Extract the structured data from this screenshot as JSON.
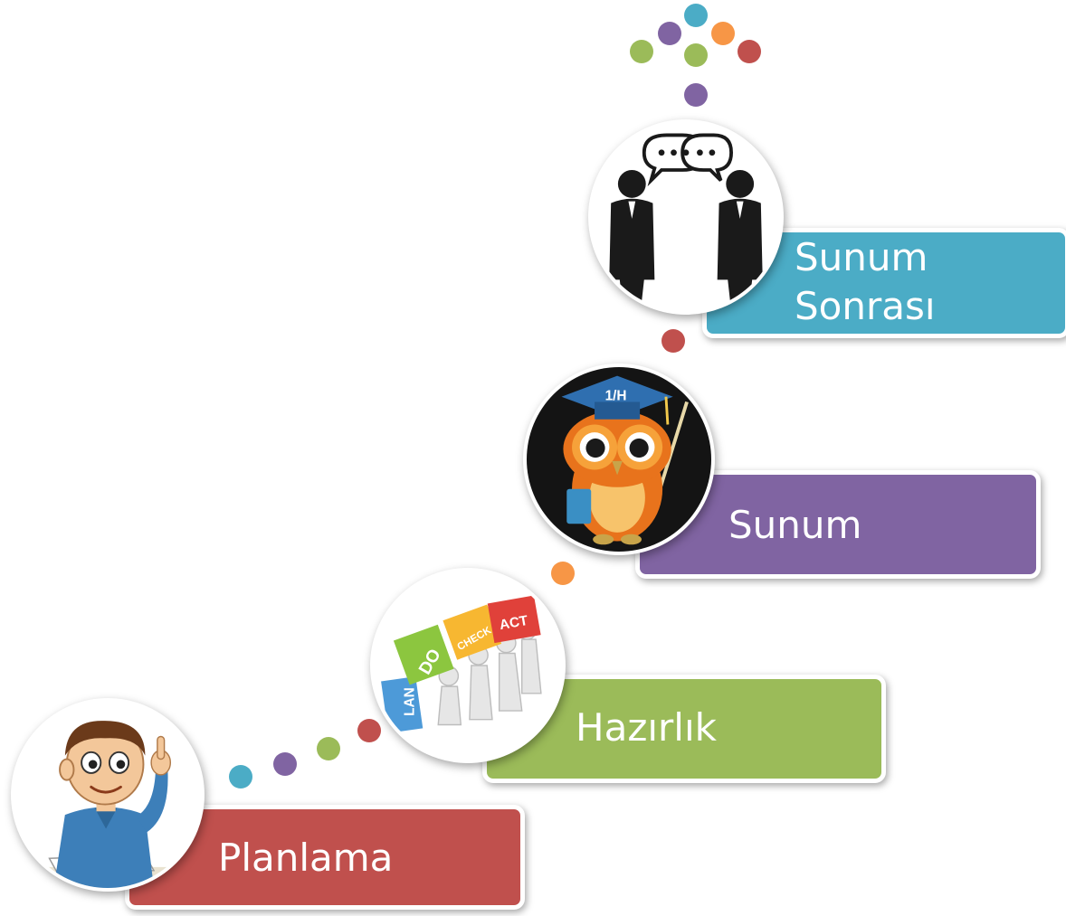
{
  "steps": [
    {
      "label": "Planlama",
      "color": "#c0504d",
      "icon": "student-pointing-icon"
    },
    {
      "label": "Hazırlık",
      "color": "#9bbb59",
      "icon": "pdca-blocks-icon"
    },
    {
      "label": "Sunum",
      "color": "#8064a2",
      "icon": "owl-teacher-icon"
    },
    {
      "label_line1": "Sunum",
      "label_line2": "Sonrası",
      "color": "#4bacc6",
      "icon": "two-people-talking-icon"
    }
  ],
  "pdca": {
    "p": "LAN",
    "d": "DO",
    "c": "CHECK",
    "a": "ACT"
  },
  "owl_cap_text": "1/H",
  "palette": {
    "teal": "#4bacc6",
    "purple": "#8064a2",
    "green": "#9bbb59",
    "red": "#c0504d",
    "orange": "#f79646"
  }
}
